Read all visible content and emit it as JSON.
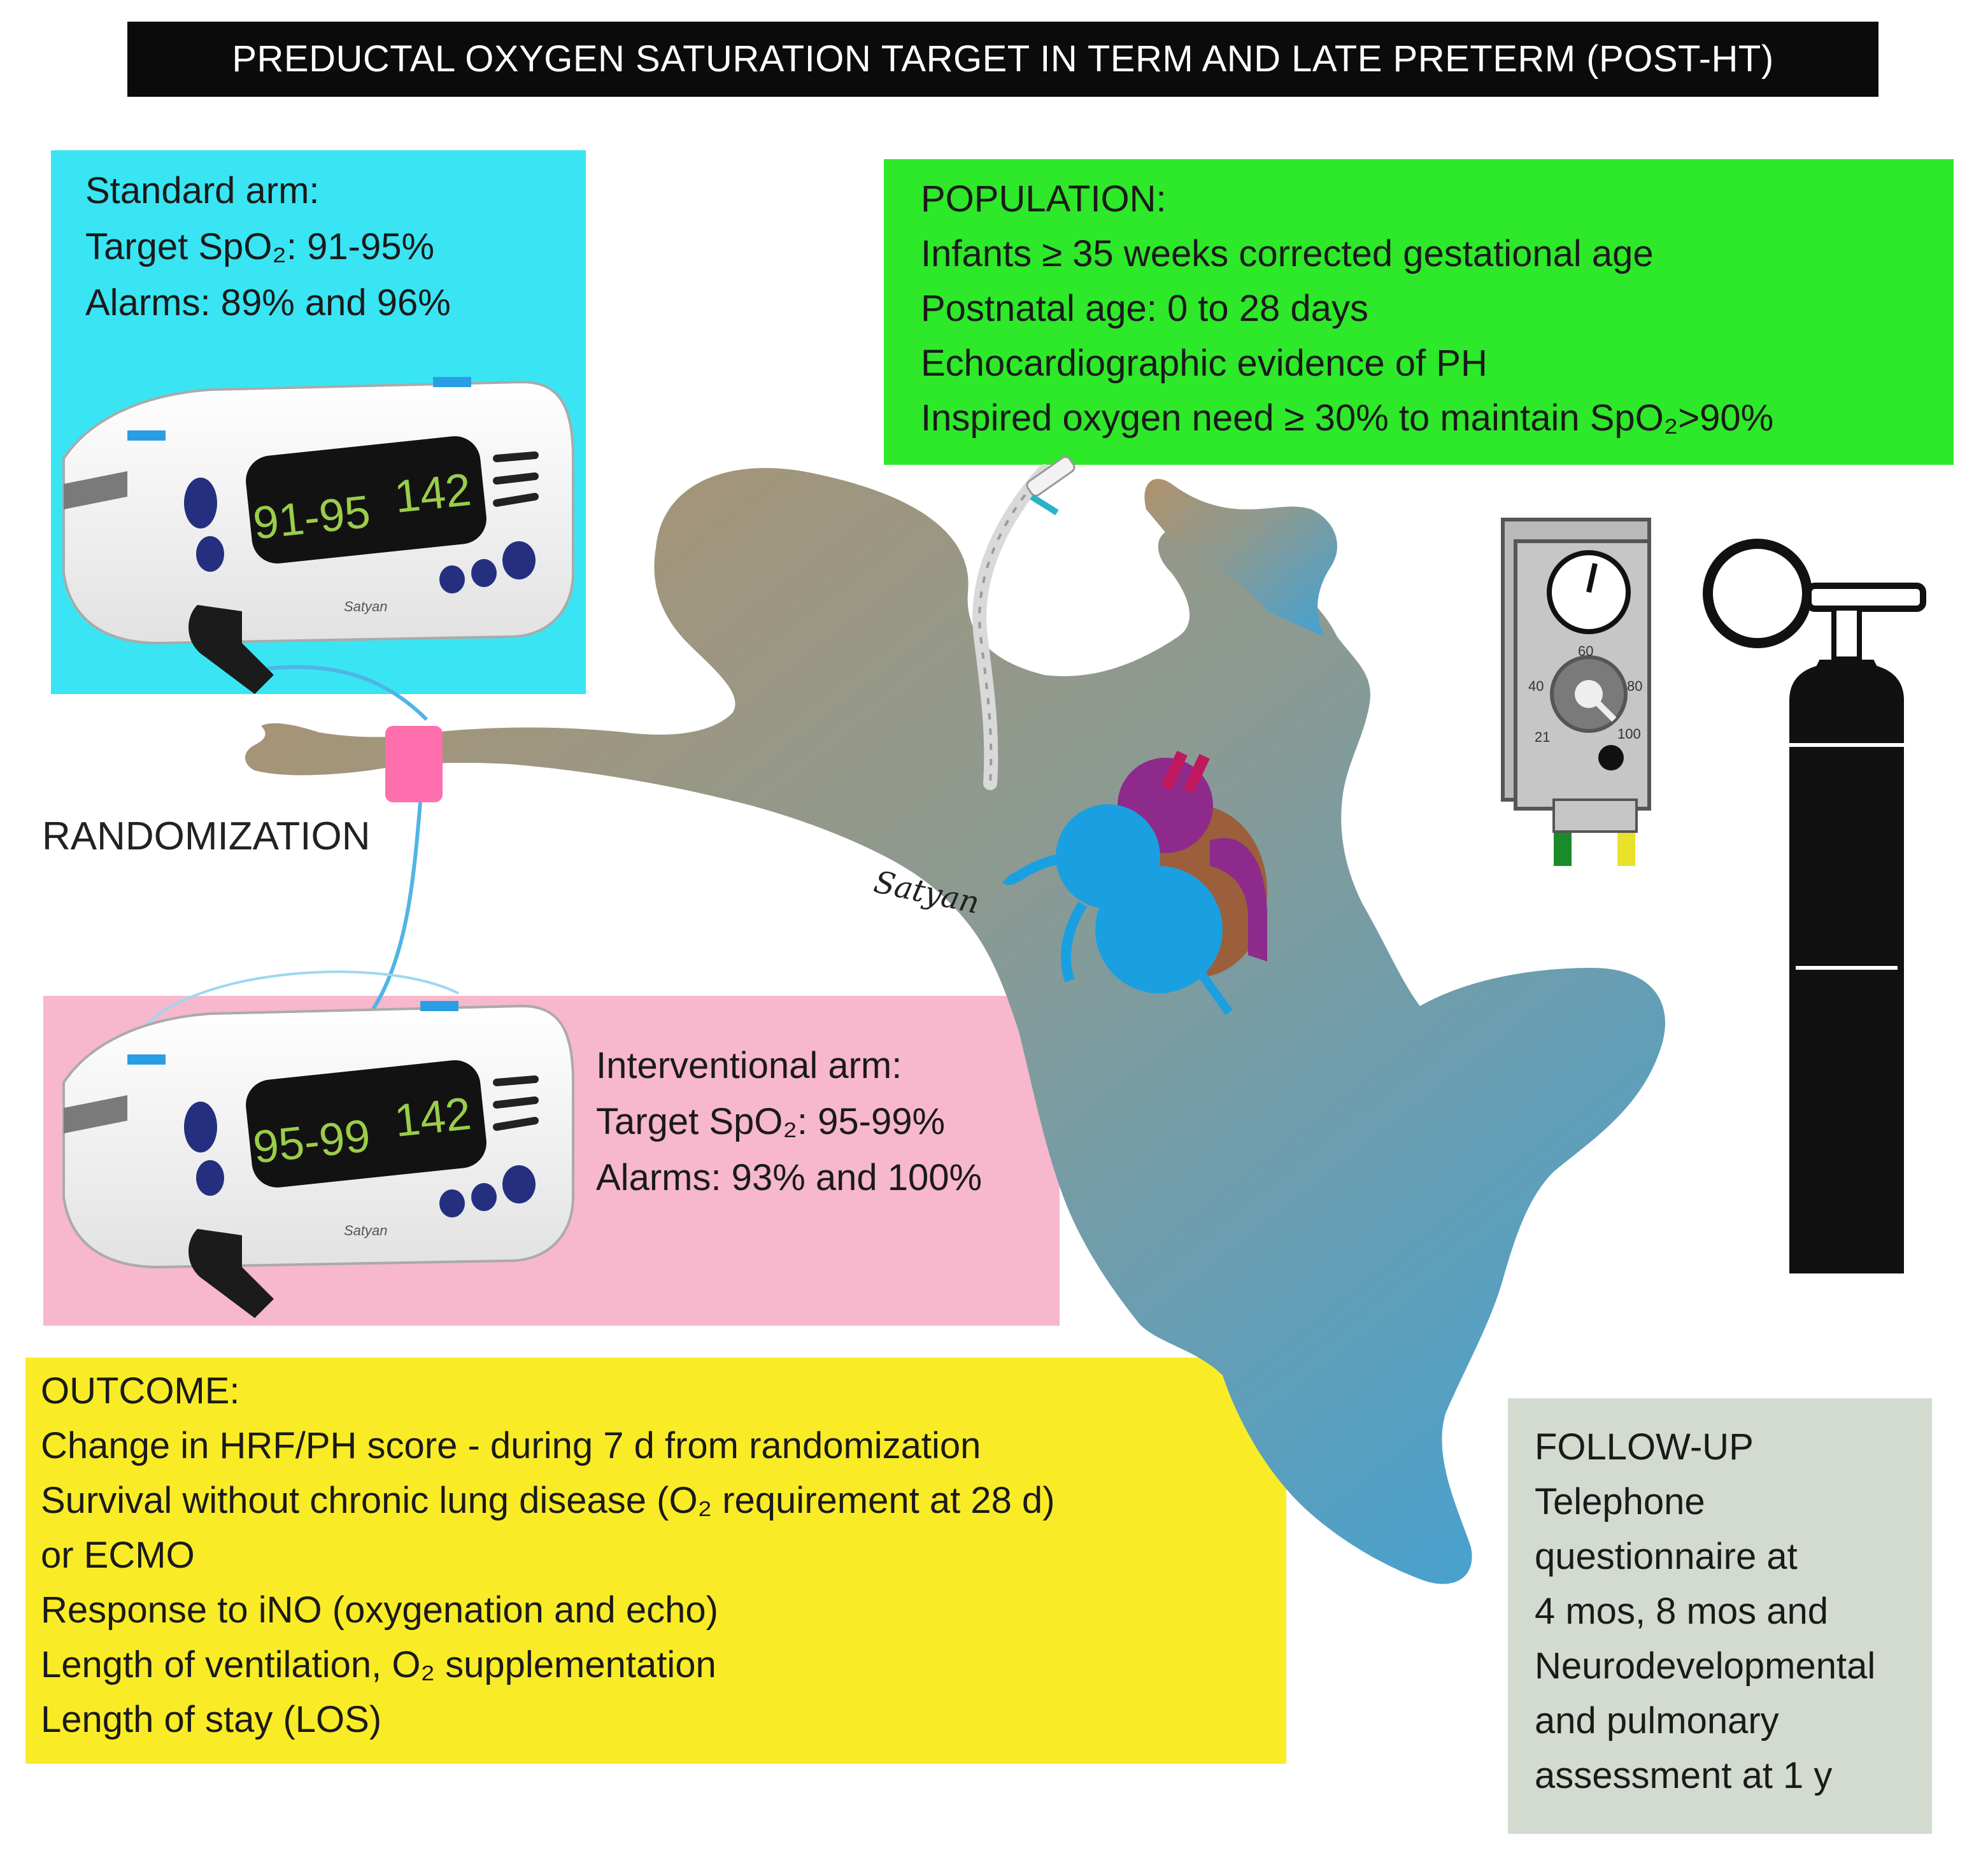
{
  "title": "PREDUCTAL OXYGEN SATURATION TARGET IN TERM AND LATE PRETERM  (POST-HT)",
  "standard_arm": {
    "lines": [
      "Standard arm:",
      "Target SpO₂: 91-95%",
      "Alarms: 89% and 96%"
    ]
  },
  "interventional_arm": {
    "lines": [
      "Interventional arm:",
      "Target SpO₂: 95-99%",
      "Alarms: 93% and 100%"
    ]
  },
  "population": {
    "lines": [
      "POPULATION:",
      "Infants ≥ 35 weeks corrected gestational age",
      "Postnatal age: 0 to 28 days",
      "Echocardiographic evidence of PH",
      "Inspired oxygen need ≥ 30% to maintain SpO₂>90%"
    ]
  },
  "randomization_label": "RANDOMIZATION",
  "outcome": {
    "lines": [
      "OUTCOME:",
      "Change in HRF/PH score - during 7 d from randomization",
      "Survival without chronic lung disease (O₂ requirement at 28 d)",
      "or ECMO",
      "Response to iNO (oxygenation and echo)",
      "Length of ventilation, O₂ supplementation",
      "Length of stay (LOS)"
    ]
  },
  "follow_up": {
    "lines": [
      "FOLLOW-UP",
      "Telephone",
      "questionnaire at",
      "4 mos, 8 mos and",
      "Neurodevelopmental",
      "and pulmonary",
      "assessment at 1 y"
    ]
  },
  "monitor_top": {
    "spo2": "91-95",
    "hr": "142",
    "brand": "Satyan"
  },
  "monitor_bottom": {
    "spo2": "95-99",
    "hr": "142",
    "brand": "Satyan"
  },
  "blender_scale": {
    "top": "60",
    "left": "40",
    "right": "80",
    "bottom_left": "21",
    "bottom_right": "100"
  },
  "signature": "Satyan",
  "colors": {
    "title_bg": "#0b0b0b",
    "standard_bg": "#39e5f3",
    "interventional_bg": "#f7b7cc",
    "population_bg": "#2ee82a",
    "outcome_bg": "#f9ec26",
    "follow_up_bg": "#d3dbd0"
  }
}
